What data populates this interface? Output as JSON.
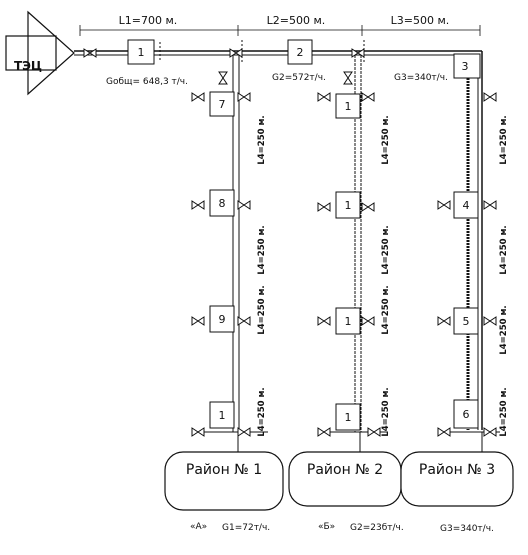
{
  "source": {
    "label": "ТЭЦ"
  },
  "main_line": {
    "segments": [
      {
        "label": "L1=700 м."
      },
      {
        "label": "L2=500 м."
      },
      {
        "label": "L3=500 м."
      }
    ],
    "nodes": [
      {
        "number": "1",
        "flow": "Gобщ= 648,3 т/ч."
      },
      {
        "number": "2",
        "flow": "G2=572т/ч."
      },
      {
        "number": "3",
        "flow": "G3=340т/ч."
      }
    ]
  },
  "branches": [
    {
      "node_numbers": [
        "7",
        "8",
        "9",
        "1"
      ],
      "segment_labels": [
        "L4=250 м.",
        "L4=250 м.",
        "L4=250 м.",
        "L4=250 м."
      ]
    },
    {
      "node_numbers": [
        "1",
        "1",
        "1",
        "1"
      ],
      "segment_labels": [
        "L4=250 м.",
        "L4=250 м.",
        "L4=250 м.",
        "L4=250 м."
      ]
    },
    {
      "node_numbers": [
        "4",
        "5",
        "6"
      ],
      "segment_labels": [
        "L4=250 м.",
        "L4=250 м.",
        "L4=250 м.",
        "L4=250 м."
      ]
    }
  ],
  "districts": [
    {
      "name": "Район № 1",
      "marker": "«А»",
      "flow": "G1=72т/ч."
    },
    {
      "name": "Район № 2",
      "marker": "«Б»",
      "flow": "G2=23бт/ч."
    },
    {
      "name": "Район № 3",
      "marker": "",
      "flow": "G3=340т/ч."
    }
  ]
}
